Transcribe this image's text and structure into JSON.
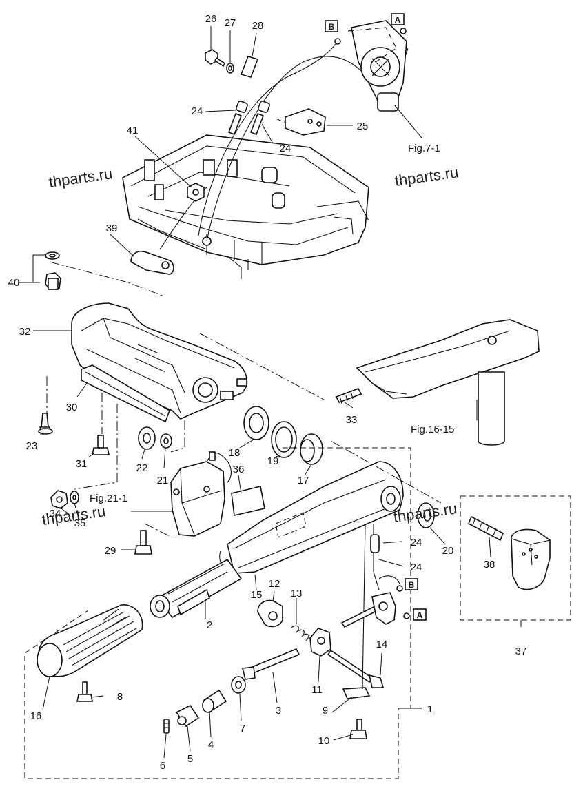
{
  "watermarks": [
    "thparts.ru",
    "thparts.ru",
    "thparts.ru",
    "thparts.ru"
  ],
  "refs": {
    "fig7": "Fig.7-1",
    "fig16": "Fig.16-15",
    "fig21": "Fig.21-1"
  },
  "connectors": {
    "a_top": "A",
    "b_top": "B",
    "a_bottom": "A",
    "b_bottom": "B"
  },
  "callouts": {
    "c1": "1",
    "c2": "2",
    "c3": "3",
    "c4": "4",
    "c5": "5",
    "c6": "6",
    "c7": "7",
    "c8": "8",
    "c9": "9",
    "c10": "10",
    "c11": "11",
    "c12": "12",
    "c13": "13",
    "c14": "14",
    "c15": "15",
    "c16": "16",
    "c17": "17",
    "c18": "18",
    "c19": "19",
    "c20": "20",
    "c21": "21",
    "c22": "22",
    "c23": "23",
    "c24a": "24",
    "c24b": "24",
    "c24c": "24",
    "c24d": "24",
    "c25": "25",
    "c26": "26",
    "c27": "27",
    "c28": "28",
    "c29": "29",
    "c30": "30",
    "c31": "31",
    "c32": "32",
    "c33": "33",
    "c34": "34",
    "c35": "35",
    "c36": "36",
    "c37": "37",
    "c38": "38",
    "c39": "39",
    "c40": "40",
    "c41": "41"
  }
}
